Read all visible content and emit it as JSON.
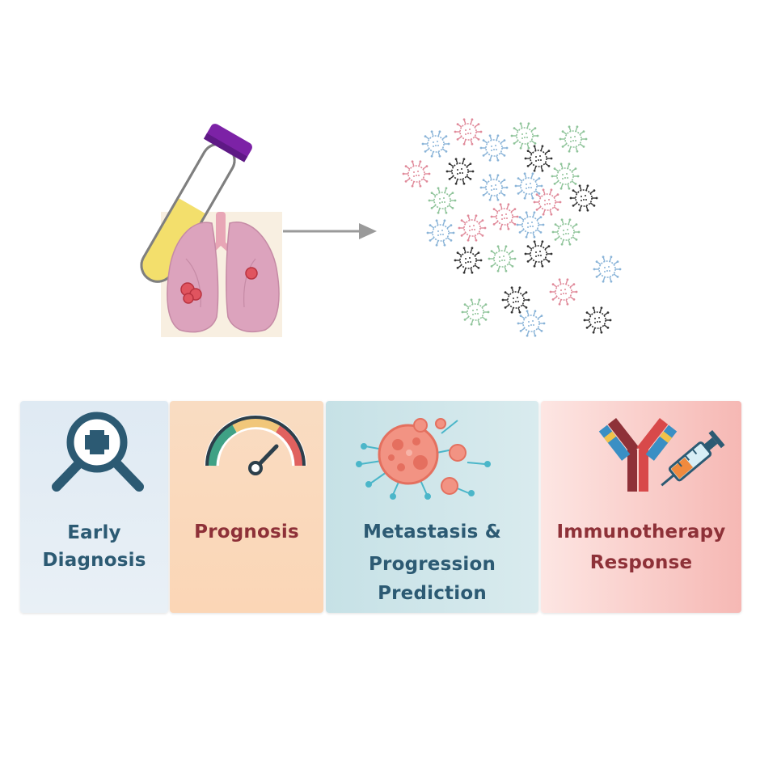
{
  "cards": [
    {
      "line1": "Early",
      "line2": "Diagnosis",
      "icon": "magnifier-plus-icon",
      "color": "#2c5a73"
    },
    {
      "line1": "Prognosis",
      "icon": "gauge-icon",
      "color": "#8e3138"
    },
    {
      "line1": "Metastasis &",
      "line2": "Progression",
      "line3": "Prediction",
      "icon": "tumor-cell-icon",
      "color": "#2c5a73"
    },
    {
      "line1": "Immunotherapy",
      "line2": "Response",
      "icon": "antibody-syringe-icon",
      "color": "#8e3138"
    }
  ],
  "vesicle_colors": [
    "#8ab4d8",
    "#e08a9a",
    "#8fc49a",
    "#333333"
  ]
}
